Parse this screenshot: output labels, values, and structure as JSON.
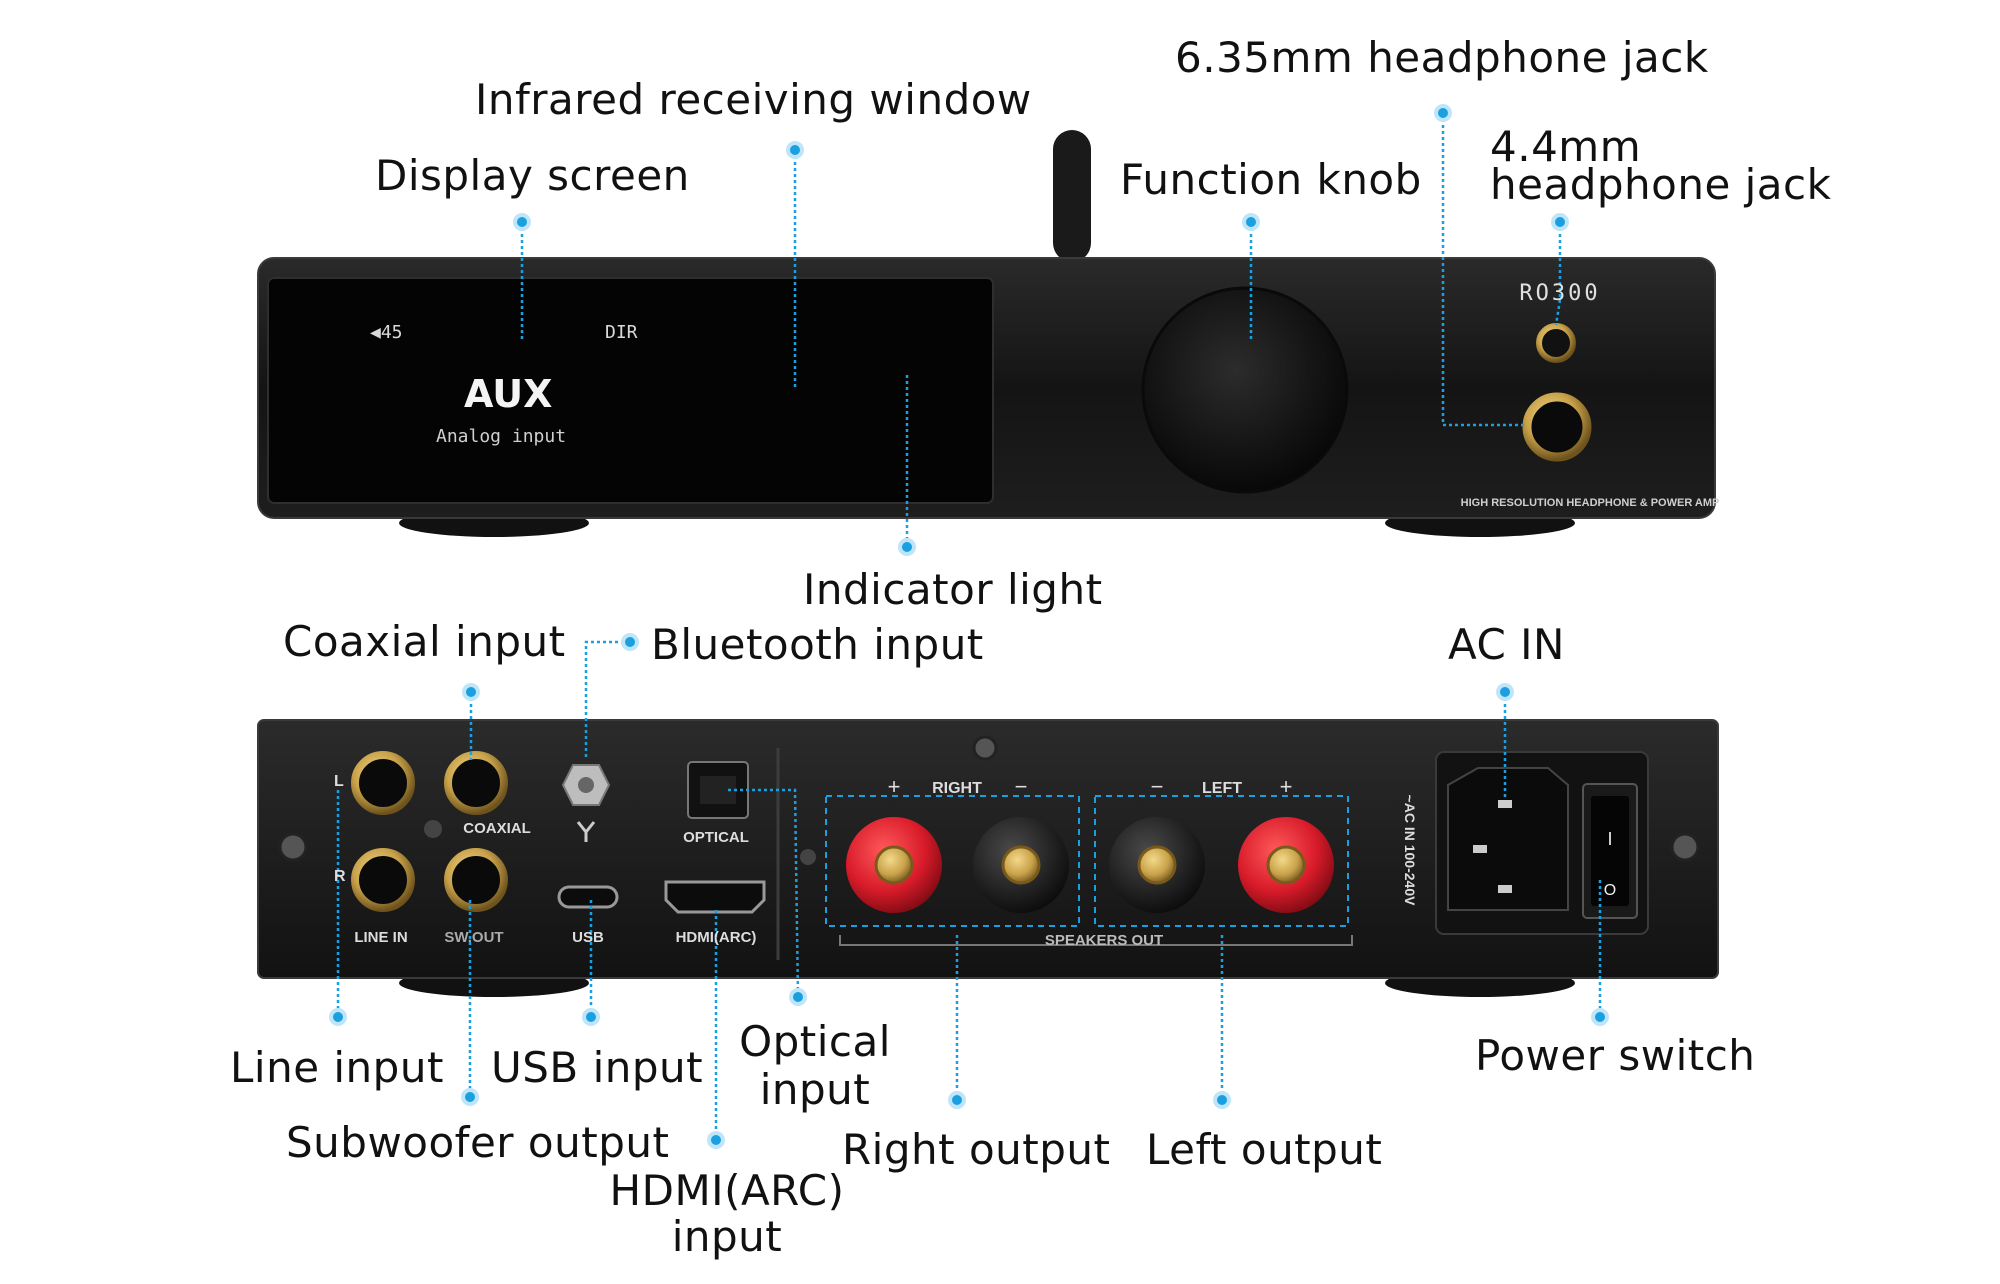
{
  "front_panel": {
    "screen_volume": "◀45",
    "screen_mode": "DIR",
    "screen_source": "AUX",
    "screen_subtitle": "Analog input",
    "brand_logo": "RO300",
    "caption": "HIGH RESOLUTION HEADPHONE & POWER AMP"
  },
  "rear_panel": {
    "ch_l": "L",
    "ch_r": "R",
    "coaxial": "COAXIAL",
    "line_in": "LINE IN",
    "sw_out": "SW.OUT",
    "usb": "USB",
    "optical": "OPTICAL",
    "hdmi": "HDMI(ARC)",
    "right": "RIGHT",
    "left": "LEFT",
    "plus": "+",
    "minus": "−",
    "speakers_out": "SPEAKERS OUT",
    "ac_rating": "~AC IN 100-240V",
    "switch_on": "I",
    "switch_off": "O"
  },
  "callouts": {
    "headphone_635": "6.35mm headphone jack",
    "infrared": "Infrared receiving window",
    "headphone_44_line1": "4.4mm",
    "headphone_44_line2": "headphone jack",
    "display": "Display screen",
    "function_knob": "Function knob",
    "indicator": "Indicator light",
    "coaxial": "Coaxial input",
    "bluetooth": "Bluetooth input",
    "ac_in": "AC IN",
    "line_input": "Line input",
    "usb_input": "USB input",
    "optical_line1": "Optical",
    "optical_line2": "input",
    "power_switch": "Power switch",
    "subwoofer": "Subwoofer output",
    "right_output": "Right output",
    "left_output": "Left output",
    "hdmi_line1": "HDMI(ARC)",
    "hdmi_line2": "input"
  },
  "colors": {
    "chassis": "#161616",
    "accent_connector": "#1a9fe0",
    "red_terminal": "#d81b2a",
    "gold": "#c9a24a"
  }
}
